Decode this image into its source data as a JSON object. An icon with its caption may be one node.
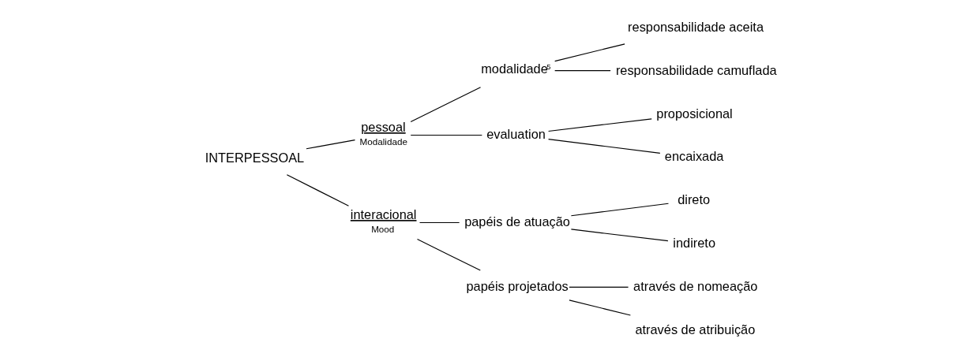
{
  "diagram": {
    "nodes": [
      {
        "text": [
          "modalidade$^{5}$"
        ]
      },
      {
        "text": [
          "responsabilidade aceita"
        ]
      },
      {
        "text": [
          "responsabilidade camuflada"
        ]
      },
      {
        "text": [
          "pessoal"
        ],
        "beside": [
          "Modalidade"
        ]
      },
      {
        "text": [
          "evaluation"
        ]
      },
      {
        "text": [
          "proposicional"
        ]
      },
      {
        "text": [
          "encaixada"
        ]
      },
      {
        "text": [
          "INTERPESSOAL"
        ]
      },
      {
        "text": [
          "papéis de atuação"
        ]
      },
      {
        "text": [
          "direto"
        ]
      },
      {
        "text": [
          "indireto"
        ]
      },
      {
        "text": [
          "interacional"
        ],
        "beside": [
          "Mood"
        ]
      },
      {
        "text": [
          "papéis projetados"
        ]
      },
      {
        "text": [
          "através de nomeação"
        ]
      },
      {
        "text": [
          "através de atribuição"
        ]
      }
    ],
    "edges": [
      {
        "from": 7,
        "to": 3,
        "arrow": "none"
      },
      {
        "from": 7,
        "to": 11,
        "arrow": "none"
      },
      {
        "from": 3,
        "to": 0,
        "arrow": "none"
      },
      {
        "from": 3,
        "to": 4,
        "arrow": "none"
      },
      {
        "from": 11,
        "to": 8,
        "arrow": "none"
      },
      {
        "from": 11,
        "to": 12,
        "arrow": "none"
      },
      {
        "from": 0,
        "to": 1,
        "arrow": "none"
      },
      {
        "from": 0,
        "to": 2,
        "arrow": "none"
      },
      {
        "from": 4,
        "to": 5,
        "arrow": "none"
      },
      {
        "from": 4,
        "to": 6,
        "arrow": "none"
      },
      {
        "from": 8,
        "to": 9,
        "arrow": "none"
      },
      {
        "from": 8,
        "to": 10,
        "arrow": "none"
      },
      {
        "from": 12,
        "to": 13,
        "arrow": "none"
      },
      {
        "from": 12,
        "to": 14,
        "arrow": "none"
      }
    ]
  }
}
